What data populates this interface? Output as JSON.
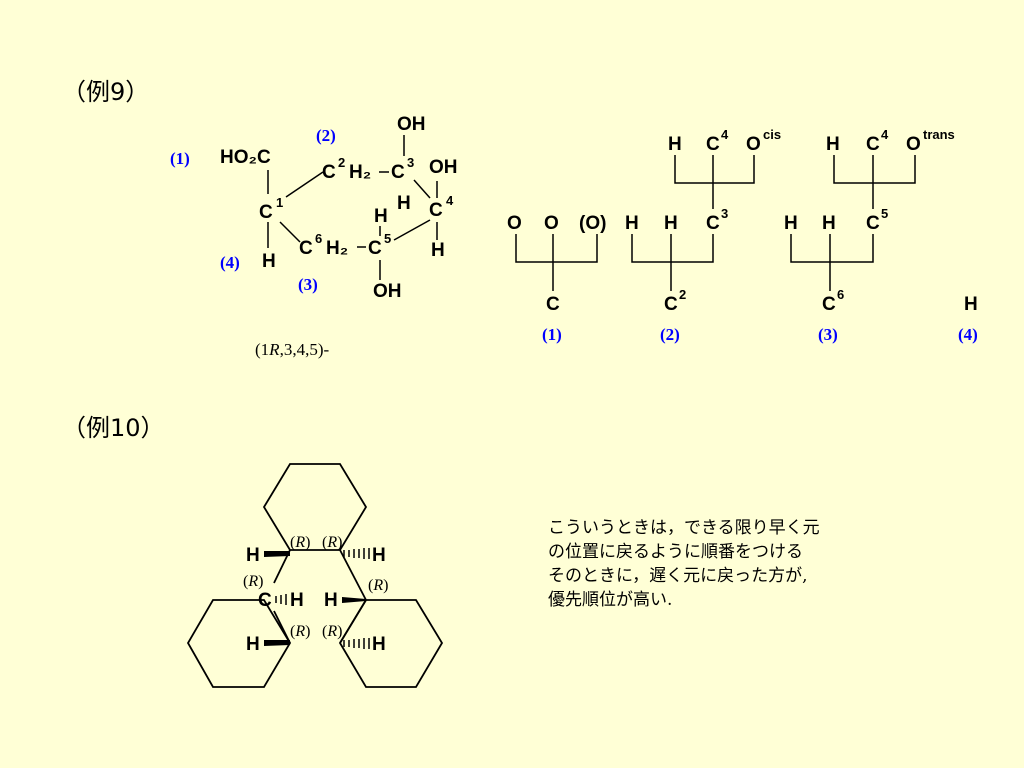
{
  "example9": {
    "heading": "（例9）",
    "structure": {
      "ho2c": "HO₂C",
      "c1": "C",
      "c1_sup": "1",
      "c1_h": "H",
      "c2": "C",
      "c2_sup": "2",
      "c2_h2": "H₂",
      "c3": "C",
      "c3_sup": "3",
      "c3_oh": "OH",
      "c3_h": "H",
      "c4": "C",
      "c4_sup": "4",
      "c4_oh": "OH",
      "c4_h": "H",
      "c5": "C",
      "c5_sup": "5",
      "c5_h": "H",
      "c5_oh": "OH",
      "c6": "C",
      "c6_sup": "6",
      "c6_h2": "H₂",
      "label_1": "(1)",
      "label_2": "(2)",
      "label_3": "(3)",
      "label_4": "(4)"
    },
    "descriptor_prefix": "(1",
    "descriptor_r": "R",
    "descriptor_suffix": ",3,4,5)-",
    "tree": {
      "b1_o1": "O",
      "b1_o2": "O",
      "b1_o3": "(O)",
      "b1_root": "C",
      "b1_label": "(1)",
      "b2_h1": "H",
      "b2_h2": "H",
      "b2_c": "C",
      "b2_c_sup": "3",
      "b2_root": "C",
      "b2_root_sup": "2",
      "b2_label": "(2)",
      "b2_top_h": "H",
      "b2_top_c": "C",
      "b2_top_c_sup": "4",
      "b2_top_o": "O",
      "b2_top_o_sup": "cis",
      "b3_h1": "H",
      "b3_h2": "H",
      "b3_c": "C",
      "b3_c_sup": "5",
      "b3_root": "C",
      "b3_root_sup": "6",
      "b3_label": "(3)",
      "b3_top_h": "H",
      "b3_top_c": "C",
      "b3_top_c_sup": "4",
      "b3_top_o": "O",
      "b3_top_o_sup": "trans",
      "b4_root": "H",
      "b4_label": "(4)"
    }
  },
  "example10": {
    "heading": "（例10）",
    "r_label": "R",
    "atoms": {
      "h_left_top": "H",
      "h_right_top": "H",
      "c_mid": "C",
      "h_mid_left": "H",
      "h_mid_right": "H",
      "h_left_bottom": "H",
      "h_right_bottom": "H"
    }
  },
  "note": {
    "lines": [
      "こういうときは，できる限り早く元",
      "の位置に戻るように順番をつける",
      "そのときに，遅く元に戻った方が,",
      "優先順位が高い."
    ]
  },
  "colors": {
    "background": "#FFFFD6",
    "label_blue": "#0000FF",
    "ink": "#000000"
  }
}
